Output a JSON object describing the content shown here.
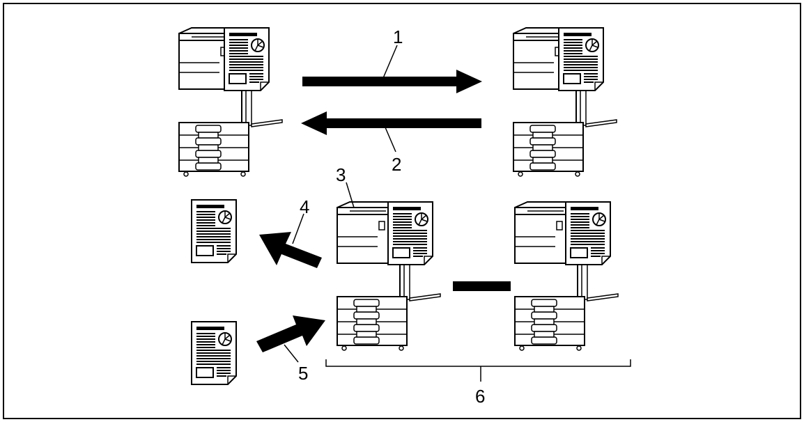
{
  "labels": {
    "l1": "1",
    "l2": "2",
    "l3": "3",
    "l4": "4",
    "l5": "5",
    "l6": "6"
  },
  "icons": {
    "machine": "multifunction-printer-icon",
    "document": "document-icon",
    "arrow": "arrow-icon"
  },
  "colors": {
    "ink": "#000000",
    "background": "#ffffff"
  }
}
